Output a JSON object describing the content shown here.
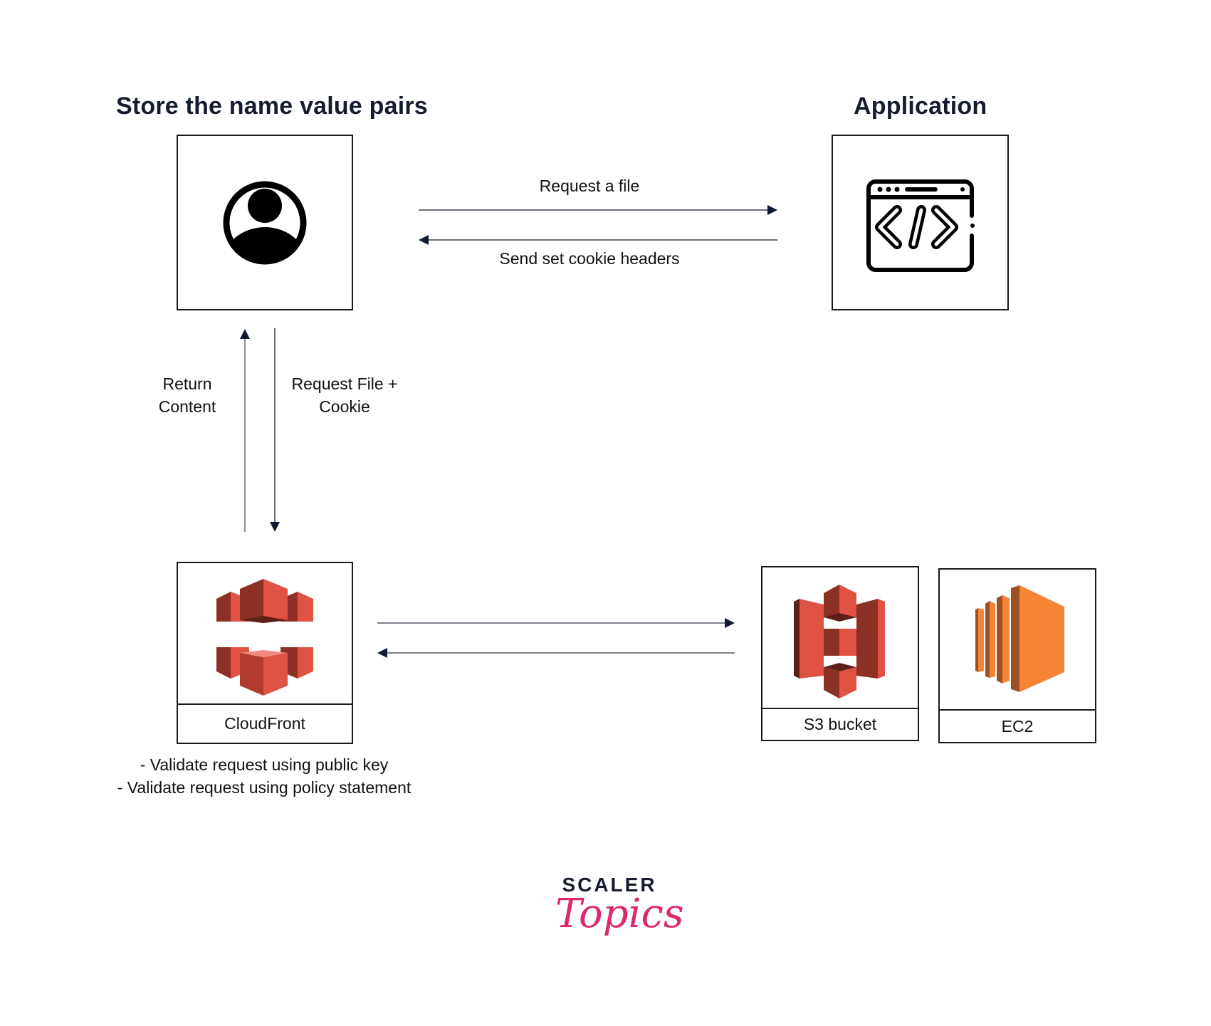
{
  "headings": {
    "client": "Store the name value pairs",
    "application": "Application"
  },
  "arrows": {
    "request_file": "Request a file",
    "send_cookie_headers": "Send set cookie headers",
    "return_content": [
      "Return",
      "Content"
    ],
    "request_file_cookie": [
      "Request File +",
      "Cookie"
    ]
  },
  "nodes": {
    "client": {
      "icon": "user-circle-icon"
    },
    "application": {
      "icon": "code-window-icon"
    },
    "cloudfront": {
      "label": "CloudFront",
      "icon": "aws-cloudfront-icon"
    },
    "s3": {
      "label": "S3 bucket",
      "icon": "aws-s3-icon"
    },
    "ec2": {
      "label": "EC2",
      "icon": "aws-ec2-icon"
    }
  },
  "notes": [
    "- Validate request using public key",
    "- Validate request using policy statement"
  ],
  "logo": {
    "line1": "SCALER",
    "line2": "Topics"
  },
  "colors": {
    "heading": "#141c2e",
    "arrow_head": "#0f1a33",
    "aws_red_light": "#e05243",
    "aws_red_dark": "#8c3123",
    "aws_orange": "#f58536",
    "aws_orange_dark": "#9d5025",
    "logo_pink": "#e0266f"
  }
}
